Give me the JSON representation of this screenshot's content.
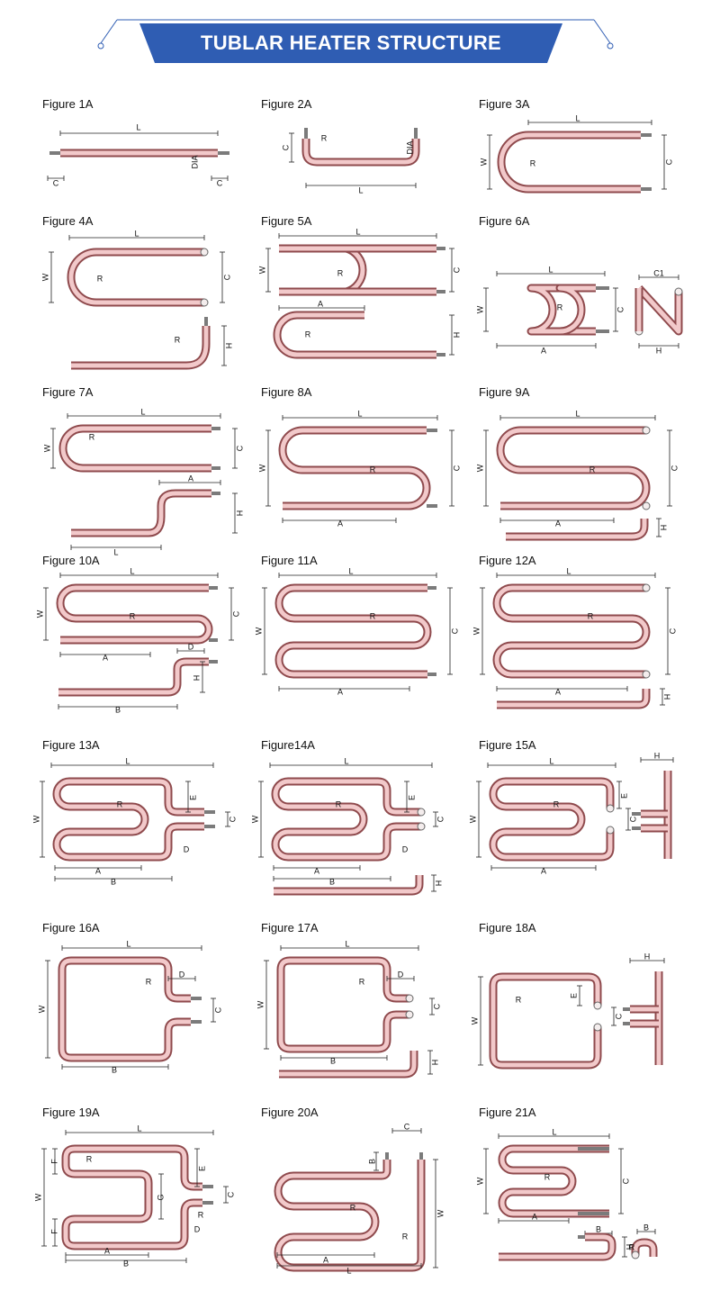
{
  "banner": {
    "title": "TUBLAR HEATER STRUCTURE",
    "color": "#2f5db3"
  },
  "tube_color": "#b45f62",
  "figures": [
    {
      "label": "Figure 1A",
      "dims": [
        "L",
        "DIA",
        "C",
        "C"
      ]
    },
    {
      "label": "Figure 2A",
      "dims": [
        "L",
        "R",
        "DIA",
        "C"
      ]
    },
    {
      "label": "Figure 3A",
      "dims": [
        "L",
        "W",
        "R",
        "C"
      ]
    },
    {
      "label": "Figure 4A",
      "dims": [
        "L",
        "W",
        "R",
        "C",
        "R",
        "H"
      ]
    },
    {
      "label": "Figure 5A",
      "dims": [
        "L",
        "W",
        "R",
        "C",
        "A",
        "R",
        "H"
      ]
    },
    {
      "label": "Figure 6A",
      "dims": [
        "L",
        "W",
        "R",
        "C",
        "A",
        "C1",
        "H"
      ]
    },
    {
      "label": "Figure 7A",
      "dims": [
        "L",
        "W",
        "R",
        "C",
        "A",
        "H",
        "L"
      ]
    },
    {
      "label": "Figure 8A",
      "dims": [
        "L",
        "W",
        "R",
        "C",
        "A"
      ]
    },
    {
      "label": "Figure 9A",
      "dims": [
        "L",
        "W",
        "R",
        "C",
        "A",
        "H"
      ]
    },
    {
      "label": "Figure 10A",
      "dims": [
        "L",
        "W",
        "R",
        "C",
        "A",
        "D",
        "H",
        "B"
      ]
    },
    {
      "label": "Figure 11A",
      "dims": [
        "L",
        "W",
        "R",
        "C",
        "A"
      ]
    },
    {
      "label": "Figure 12A",
      "dims": [
        "L",
        "W",
        "R",
        "C",
        "A",
        "H"
      ]
    },
    {
      "label": "Figure 13A",
      "dims": [
        "L",
        "W",
        "R",
        "E",
        "C",
        "D",
        "A",
        "B"
      ]
    },
    {
      "label": "Figure14A",
      "dims": [
        "L",
        "W",
        "R",
        "E",
        "C",
        "D",
        "A",
        "B",
        "H"
      ]
    },
    {
      "label": "Figure 15A",
      "dims": [
        "L",
        "W",
        "R",
        "E",
        "C",
        "A",
        "H"
      ]
    },
    {
      "label": "Figure 16A",
      "dims": [
        "L",
        "W",
        "R",
        "D",
        "C",
        "B"
      ]
    },
    {
      "label": "Figure 17A",
      "dims": [
        "L",
        "W",
        "R",
        "D",
        "C",
        "B",
        "H"
      ]
    },
    {
      "label": "Figure 18A",
      "dims": [
        "W",
        "R",
        "E",
        "C",
        "H"
      ]
    },
    {
      "label": "Figure 19A",
      "dims": [
        "L",
        "W",
        "F",
        "R",
        "E",
        "G",
        "C",
        "F",
        "R",
        "D",
        "A",
        "B"
      ]
    },
    {
      "label": "Figure 20A",
      "dims": [
        "C",
        "B",
        "W",
        "R",
        "R",
        "A",
        "L"
      ]
    },
    {
      "label": "Figure 21A",
      "dims": [
        "L",
        "W",
        "R",
        "C",
        "A",
        "B",
        "H",
        "R",
        "B"
      ]
    }
  ]
}
